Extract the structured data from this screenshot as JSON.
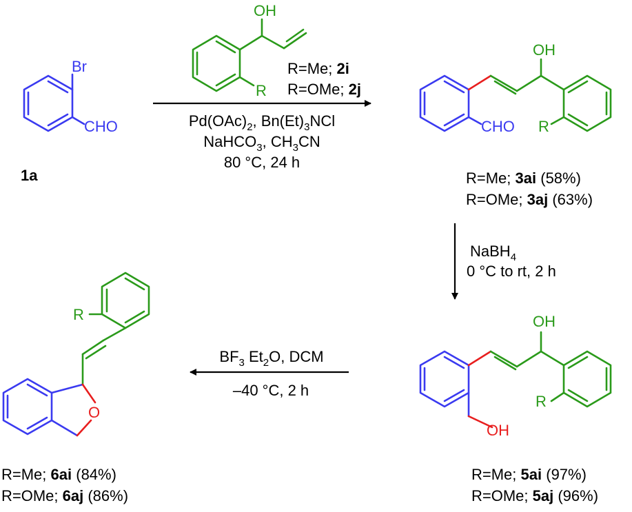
{
  "colors": {
    "aldehyde_fragment": "#3a3af0",
    "alcohol_fragment": "#2a9a1a",
    "new_bond": "#e81e1e",
    "ink": "#000000"
  },
  "compound_1a": {
    "br": "Br",
    "cho": "CHO",
    "id": "1a"
  },
  "reagent_2": {
    "oh": "OH",
    "r": "R",
    "line1_prefix": "R=Me; ",
    "line1_id": "2i",
    "line2_prefix": "R=OMe; ",
    "line2_id": "2j"
  },
  "step1_conditions": {
    "line1_a": "Pd(OAc)",
    "line1_sub": "2",
    "line1_b": ", Bn(Et)",
    "line1_sub2": "3",
    "line1_c": "NCl",
    "line2_a": "NaHCO",
    "line2_sub": "3",
    "line2_b": ", CH",
    "line2_sub2": "3",
    "line2_c": "CN",
    "line3": "80 °C, 24 h"
  },
  "compound_3": {
    "oh": "OH",
    "cho": "CHO",
    "r": "R",
    "line1_prefix": "R=Me; ",
    "line1_id": "3ai",
    "line1_yield": " (58%)",
    "line2_prefix": "R=OMe; ",
    "line2_id": "3aj",
    "line2_yield": " (63%)"
  },
  "step2_conditions": {
    "line1_a": "NaBH",
    "line1_sub": "4",
    "line2": "0 °C to rt, 2 h"
  },
  "compound_5": {
    "oh_top": "OH",
    "oh_bottom": "OH",
    "r": "R",
    "line1_prefix": "R=Me; ",
    "line1_id": "5ai",
    "line1_yield": " (97%)",
    "line2_prefix": "R=OMe; ",
    "line2_id": "5aj",
    "line2_yield": " (96%)"
  },
  "step3_conditions": {
    "line1_a": "BF",
    "line1_sub": "3",
    "line1_b": " Et",
    "line1_sub2": "2",
    "line1_c": "O, DCM",
    "line2": "–40 °C, 2 h"
  },
  "compound_6": {
    "r": "R",
    "o": "O",
    "line1_prefix": "R=Me; ",
    "line1_id": "6ai",
    "line1_yield": " (84%)",
    "line2_prefix": "R=OMe; ",
    "line2_id": "6aj",
    "line2_yield": " (86%)"
  }
}
